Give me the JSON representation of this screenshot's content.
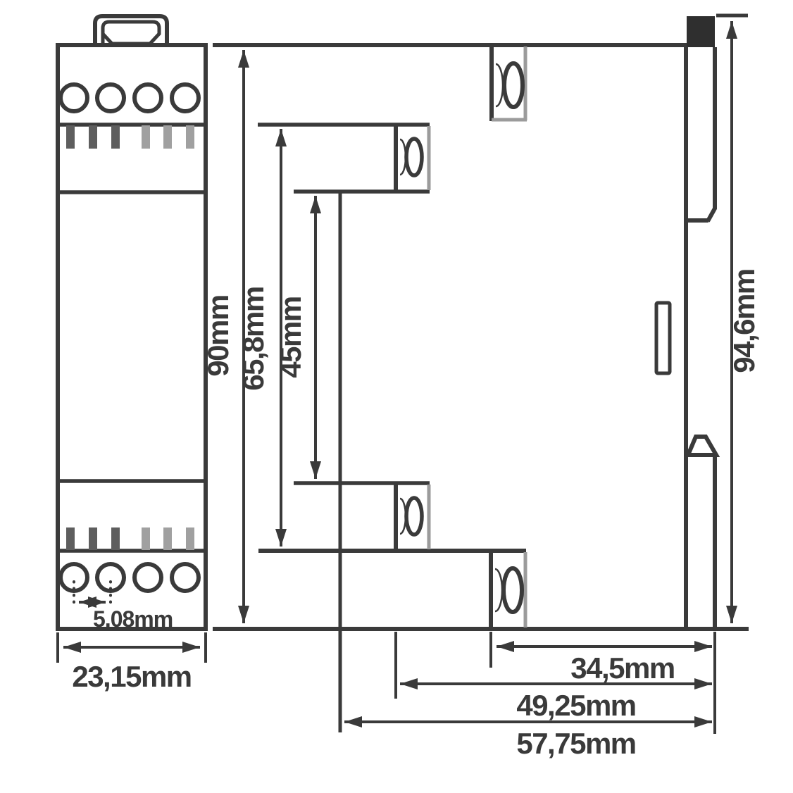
{
  "drawing": {
    "type": "technical-dimension-drawing",
    "colors": {
      "line": "#3a3a3a",
      "gray_edge": "#9b9b9b",
      "vent_dark": "#5e5e5e",
      "vent_light": "#a0a0a0",
      "clip_fill": "#2f2f2f",
      "background": "#ffffff"
    },
    "front_view": {
      "terminal_count_top": 4,
      "terminal_count_bottom": 4,
      "vent_count_top": 6,
      "vent_count_bottom": 6,
      "terminal_pitch_label": "5,08mm",
      "width_label": "23,15mm"
    },
    "side_view": {
      "overall_height_label": "90mm",
      "terminal_span_height_label": "65,8mm",
      "center_body_height_label": "45mm",
      "total_height_with_clip_label": "94,6mm",
      "rear_depth_label": "34,5mm",
      "mid_depth_label": "49,25mm",
      "full_depth_label": "57,75mm"
    }
  }
}
